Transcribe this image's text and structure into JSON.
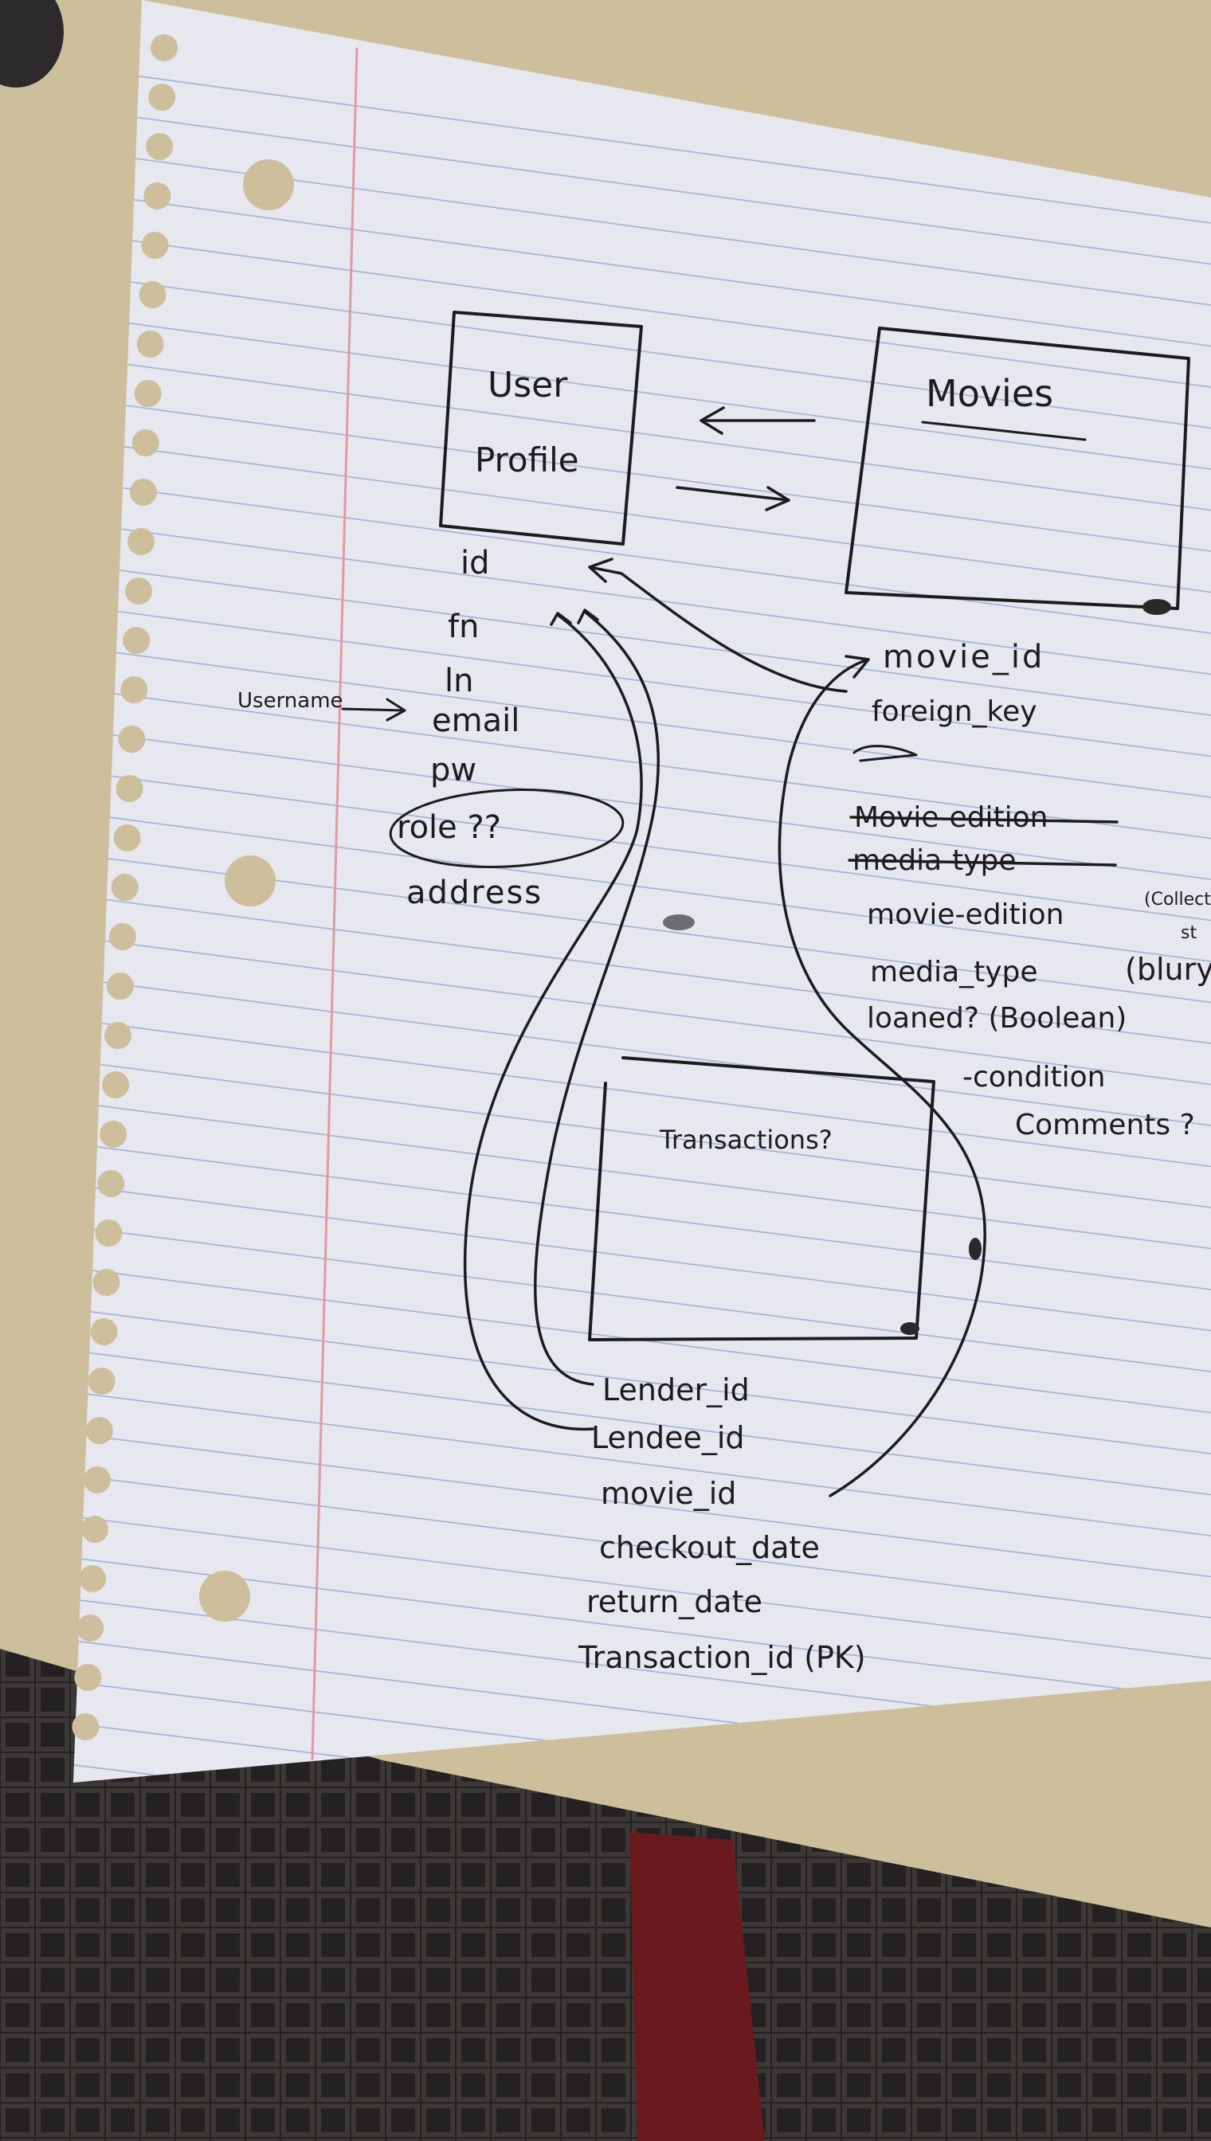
{
  "entities": {
    "user_profile": {
      "title_line1": "User",
      "title_line2": "Profile",
      "fields": [
        "id",
        "fn",
        "ln",
        "email",
        "pw",
        "role ??",
        "address"
      ],
      "annotation": "Username"
    },
    "movies": {
      "title": "Movies",
      "fields": [
        "movie_id",
        "foreign_key"
      ],
      "struck_fields": [
        "Movie-edition",
        "media-type"
      ],
      "fields_continued": [
        "movie-edition",
        "media_type",
        "loaned? (Boolean)",
        "-condition",
        "Comments ?"
      ],
      "notes": [
        "(Collect",
        "st",
        "(blury"
      ]
    },
    "transactions": {
      "title": "Transactions?",
      "fields": [
        "Lender_id",
        "Lendee_id",
        "movie_id",
        "checkout_date",
        "return_date",
        "Transaction_id (PK)"
      ]
    }
  },
  "colors": {
    "ink": "#1d1b1c",
    "paper": "#e6e7ef",
    "rule_line": "#9fb1d6",
    "margin_line": "#e29aa1",
    "desk": "#cdbf9c",
    "floor": "#1f1d1e",
    "red_object": "#6a1a1e"
  }
}
